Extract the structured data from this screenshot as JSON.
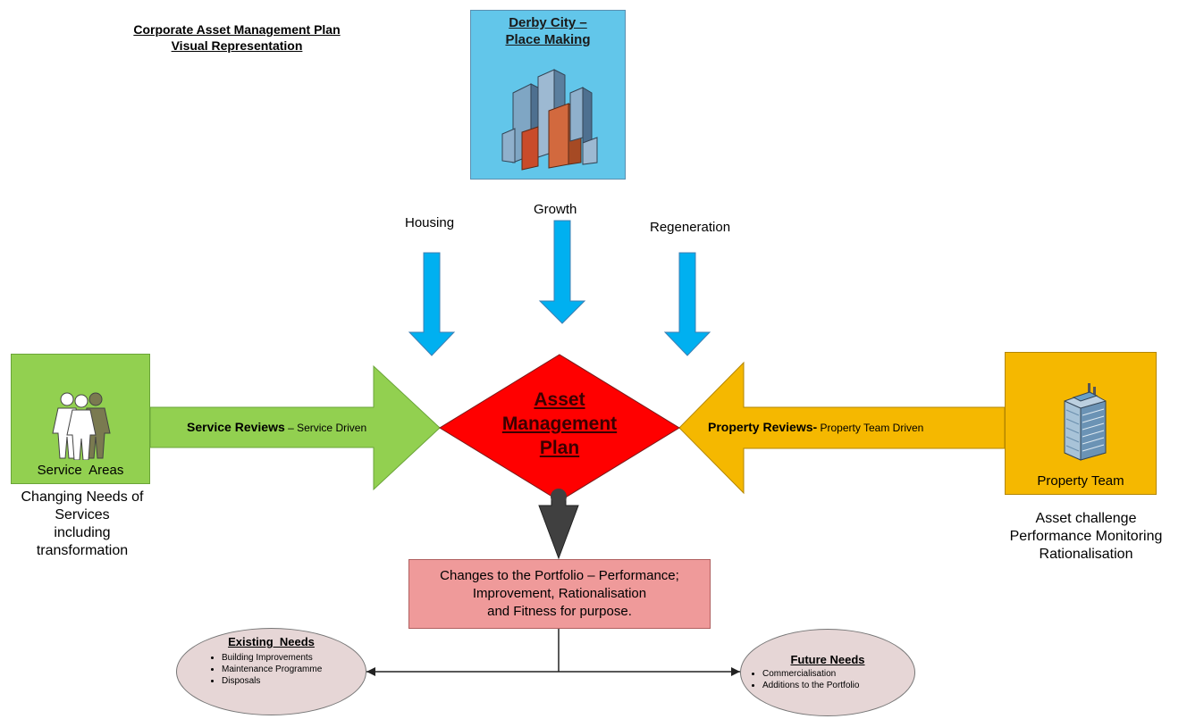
{
  "title": {
    "line1": "Corporate Asset Management Plan",
    "line2": "Visual Representation"
  },
  "city_box": {
    "line1": "Derby City –",
    "line2": "Place Making",
    "icon": "city-buildings-icon"
  },
  "top_inputs": {
    "housing": "Housing",
    "growth": "Growth",
    "regeneration": "Regeneration"
  },
  "service_box": {
    "label": "Service  Areas",
    "icon": "people-group-icon"
  },
  "service_caption": [
    "Changing Needs of",
    "Services",
    "including",
    "transformation"
  ],
  "service_arrow": {
    "bold": "Service Reviews",
    "rest": " – Service Driven"
  },
  "center": {
    "line1": "Asset",
    "line2": "Management",
    "line3": "Plan"
  },
  "property_arrow": {
    "bold": "Property Reviews-",
    "rest": " Property Team Driven"
  },
  "property_box": {
    "label": "Property Team",
    "icon": "office-building-icon"
  },
  "property_caption": [
    "Asset challenge",
    "Performance Monitoring",
    "Rationalisation"
  ],
  "changes": {
    "line1": "Changes to the Portfolio – Performance;",
    "line2": "Improvement, Rationalisation",
    "line3": "and Fitness for purpose."
  },
  "existing_needs": {
    "title": "Existing  Needs",
    "items": [
      "Building Improvements",
      "Maintenance Programme",
      "Disposals"
    ]
  },
  "future_needs": {
    "title": "Future Needs",
    "items": [
      "Commercialisation",
      "Additions to the Portfolio"
    ]
  },
  "colors": {
    "city": "#62c6ea",
    "blue_arrow": "#00b0f0",
    "service": "#92d050",
    "property": "#f5b800",
    "diamond": "#ff0000",
    "changes": "#ef9a9a",
    "ellipse": "#e6d6d6"
  }
}
